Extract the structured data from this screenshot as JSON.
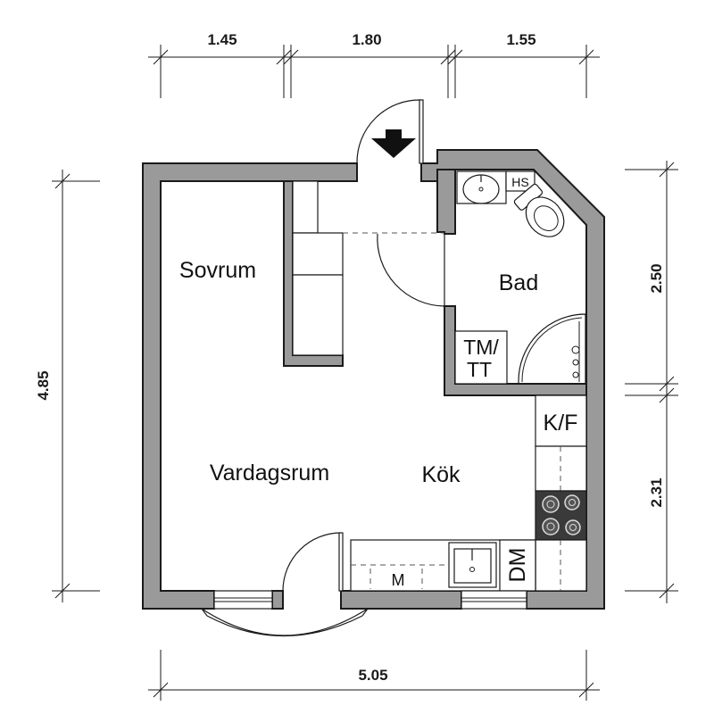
{
  "dimensions": {
    "top": [
      "1.45",
      "1.80",
      "1.55"
    ],
    "bottom": "5.05",
    "left": "4.85",
    "right_top": "2.50",
    "right_bottom": "2.31"
  },
  "rooms": {
    "sovrum": "Sovrum",
    "bad": "Bad",
    "vardagsrum": "Vardagsrum",
    "kok": "Kök"
  },
  "fixtures": {
    "hs": "HS",
    "tm_line1": "TM/",
    "tm_line2": "TT",
    "kf": "K/F",
    "dm": "DM",
    "m": "M"
  },
  "colors": {
    "wall": "#9a9a9a",
    "stove": "#3a3a3a"
  }
}
